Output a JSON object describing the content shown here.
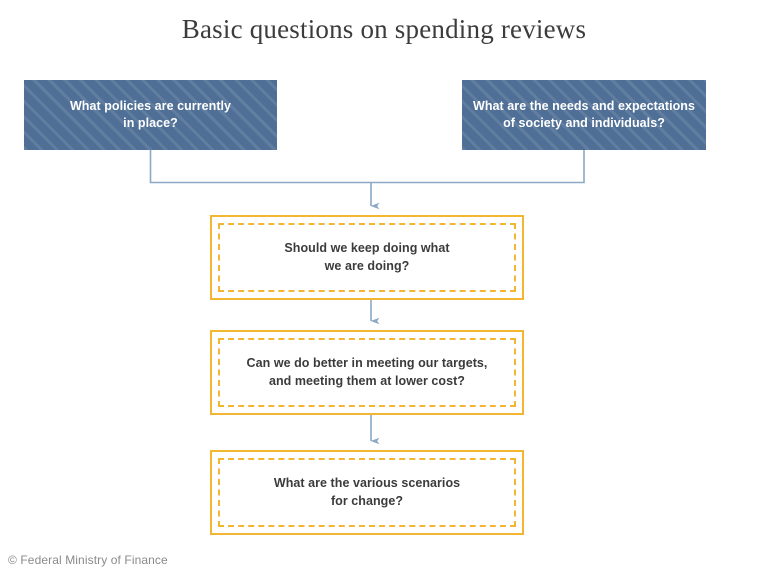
{
  "title": "Basic questions on spending reviews",
  "colors": {
    "blue_box_fill": "#4f6f96",
    "blue_box_text": "#ffffff",
    "orange_border": "#f2b632",
    "connector": "#8ba8c4",
    "title_text": "#3c3c3c",
    "body_text": "#3b3b3b",
    "footer_text": "#8a8a8a",
    "background": "#ffffff"
  },
  "source_boxes": [
    {
      "id": "policies",
      "text": "What policies are currently\nin place?"
    },
    {
      "id": "needs",
      "text": "What are the needs and expectations\nof society and individuals?"
    }
  ],
  "question_boxes": [
    {
      "id": "keep-doing",
      "text": "Should we keep doing what\nwe are doing?"
    },
    {
      "id": "do-better",
      "text": "Can we do better in meeting our targets,\nand meeting them at lower cost?"
    },
    {
      "id": "scenarios",
      "text": "What are the various scenarios\nfor change?"
    }
  ],
  "footer": "© Federal Ministry of Finance"
}
